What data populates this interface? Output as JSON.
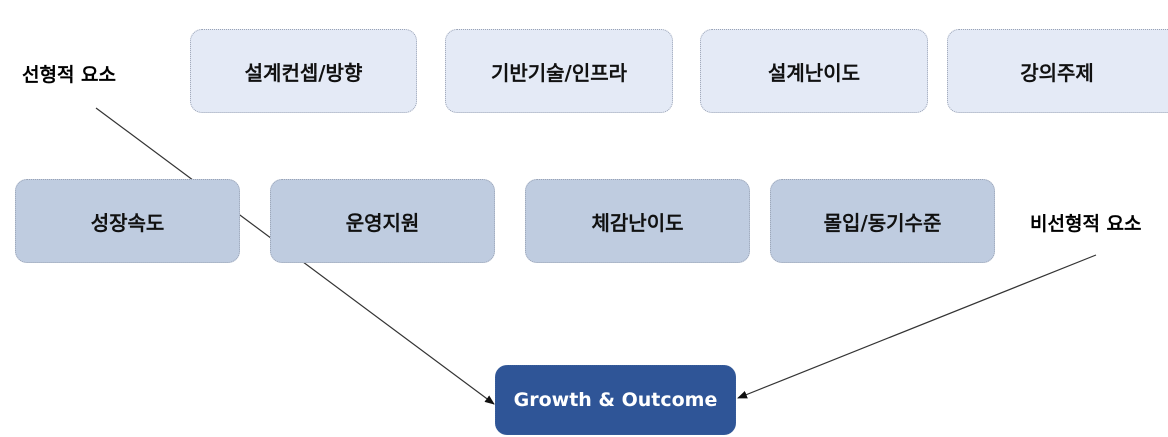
{
  "labels": {
    "linear": "선형적 요소",
    "nonlinear": "비선형적 요소"
  },
  "top_row": [
    "설계컨셉/방향",
    "기반기술/인프라",
    "설계난이도",
    "강의주제"
  ],
  "bottom_row": [
    "성장속도",
    "운영지원",
    "체감난이도",
    "몰입/동기수준"
  ],
  "outcome": "Growth & Outcome",
  "colors": {
    "top_fill": "#e4eaf6",
    "bottom_fill": "#bfcce0",
    "outcome_fill": "#2f5597"
  }
}
